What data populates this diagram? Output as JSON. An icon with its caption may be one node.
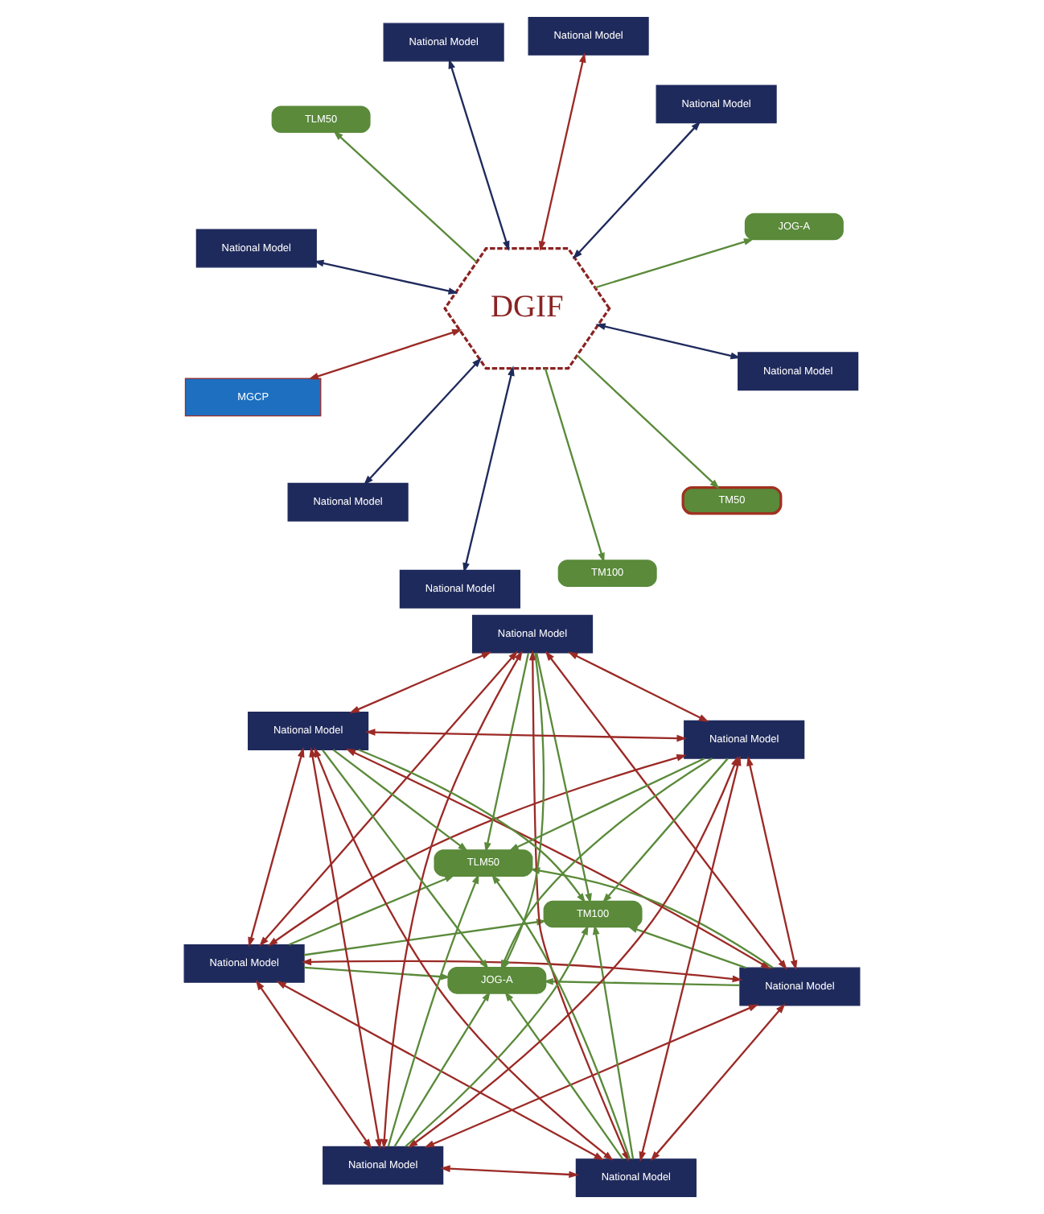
{
  "diagram": {
    "nodes": [
      {
        "text": [
          "National Model"
        ]
      },
      {
        "text": [
          "National Model"
        ]
      },
      {
        "text": [
          "National Model"
        ]
      },
      {
        "text": [
          "National Model"
        ]
      },
      {
        "text": [
          "National Model"
        ]
      },
      {
        "text": [
          "National Model"
        ]
      },
      {
        "text": [
          "National Model"
        ]
      },
      {
        "text": [
          "TM100"
        ]
      },
      {
        "text": [
          "TLM50"
        ]
      },
      {
        "text": [
          "JOG-A"
        ]
      },
      {
        "text": [
          "National Model"
        ]
      },
      {
        "text": [
          "National Model"
        ]
      },
      {
        "text": [
          "National Model"
        ]
      },
      {
        "text": [
          "National Model"
        ]
      },
      {
        "text": [
          "National Model"
        ]
      },
      {
        "text": [
          "DGIF"
        ]
      },
      {
        "text": [
          "MGCP"
        ]
      },
      {
        "text": [
          "National Model"
        ]
      },
      {
        "text": [
          "National Model"
        ]
      },
      {
        "text": [
          "TM50"
        ]
      },
      {
        "text": [
          "TM100"
        ]
      },
      {
        "text": [
          "TLM50"
        ]
      },
      {
        "text": [
          "JOG-A"
        ]
      }
    ],
    "edges": [
      {
        "from": 0,
        "to": 1,
        "arrow": "both",
        "color": "#9b2a26"
      },
      {
        "from": 0,
        "to": 2,
        "arrow": "both",
        "color": "#9b2a26"
      },
      {
        "from": 0,
        "to": 3,
        "arrow": "both",
        "color": "#9b2a26"
      },
      {
        "from": 0,
        "to": 4,
        "arrow": "both",
        "color": "#9b2a26"
      },
      {
        "from": 0,
        "to": 5,
        "arrow": "both",
        "color": "#9b2a26"
      },
      {
        "from": 0,
        "to": 6,
        "arrow": "both",
        "color": "#9b2a26"
      },
      {
        "from": 1,
        "to": 2,
        "arrow": "both",
        "color": "#9b2a26"
      },
      {
        "from": 1,
        "to": 3,
        "arrow": "both",
        "color": "#9b2a26"
      },
      {
        "from": 1,
        "to": 4,
        "arrow": "both",
        "color": "#9b2a26"
      },
      {
        "from": 1,
        "to": 5,
        "arrow": "both",
        "color": "#9b2a26"
      },
      {
        "from": 1,
        "to": 6,
        "arrow": "both",
        "color": "#9b2a26"
      },
      {
        "from": 2,
        "to": 3,
        "arrow": "both",
        "color": "#9b2a26"
      },
      {
        "from": 2,
        "to": 4,
        "arrow": "both",
        "color": "#9b2a26"
      },
      {
        "from": 2,
        "to": 5,
        "arrow": "both",
        "color": "#9b2a26"
      },
      {
        "from": 2,
        "to": 6,
        "arrow": "both",
        "color": "#9b2a26"
      },
      {
        "from": 3,
        "to": 4,
        "arrow": "both",
        "color": "#9b2a26"
      },
      {
        "from": 3,
        "to": 5,
        "arrow": "both",
        "color": "#9b2a26"
      },
      {
        "from": 3,
        "to": 6,
        "arrow": "both",
        "color": "#9b2a26"
      },
      {
        "from": 4,
        "to": 5,
        "arrow": "both",
        "color": "#9b2a26"
      },
      {
        "from": 4,
        "to": 6,
        "arrow": "both",
        "color": "#9b2a26"
      },
      {
        "from": 5,
        "to": 6,
        "arrow": "both",
        "color": "#9b2a26"
      },
      {
        "from": 0,
        "to": 7,
        "arrow": "to"
      },
      {
        "from": 0,
        "to": 8,
        "arrow": "to"
      },
      {
        "from": 0,
        "to": 9,
        "arrow": "to"
      },
      {
        "from": 1,
        "to": 7,
        "arrow": "to"
      },
      {
        "from": 1,
        "to": 8,
        "arrow": "to"
      },
      {
        "from": 1,
        "to": 9,
        "arrow": "to"
      },
      {
        "from": 2,
        "to": 7,
        "arrow": "to"
      },
      {
        "from": 2,
        "to": 8,
        "arrow": "to"
      },
      {
        "from": 2,
        "to": 9,
        "arrow": "to"
      },
      {
        "from": 3,
        "to": 7,
        "arrow": "to"
      },
      {
        "from": 3,
        "to": 8,
        "arrow": "to"
      },
      {
        "from": 3,
        "to": 9,
        "arrow": "to"
      },
      {
        "from": 4,
        "to": 7,
        "arrow": "to"
      },
      {
        "from": 4,
        "to": 8,
        "arrow": "to"
      },
      {
        "from": 4,
        "to": 9,
        "arrow": "to"
      },
      {
        "from": 5,
        "to": 7,
        "arrow": "to"
      },
      {
        "from": 5,
        "to": 8,
        "arrow": "to"
      },
      {
        "from": 5,
        "to": 9,
        "arrow": "to"
      },
      {
        "from": 6,
        "to": 7,
        "arrow": "to"
      },
      {
        "from": 6,
        "to": 8,
        "arrow": "to"
      },
      {
        "from": 6,
        "to": 9,
        "arrow": "to"
      },
      {
        "from": 10,
        "to": 15,
        "arrow": "both",
        "color": "#1f2a5c"
      },
      {
        "from": 11,
        "to": 15,
        "arrow": "both",
        "color": "#1f2a5c"
      },
      {
        "from": 12,
        "to": 15,
        "arrow": "both",
        "color": "#1f2a5c"
      },
      {
        "from": 13,
        "to": 15,
        "arrow": "both",
        "color": "#1f2a5c"
      },
      {
        "from": 14,
        "to": 15,
        "arrow": "both",
        "color": "#9b2a26"
      },
      {
        "from": 16,
        "to": 15,
        "arrow": "both",
        "color": "#9b2a26"
      },
      {
        "from": 17,
        "to": 15,
        "arrow": "both",
        "color": "#1f2a5c"
      },
      {
        "from": 18,
        "to": 15,
        "arrow": "both",
        "color": "#1f2a5c"
      },
      {
        "from": 15,
        "to": 19,
        "arrow": "to"
      },
      {
        "from": 15,
        "to": 20,
        "arrow": "to"
      },
      {
        "from": 15,
        "to": 21,
        "arrow": "to"
      },
      {
        "from": 15,
        "to": 22,
        "arrow": "to"
      }
    ]
  }
}
